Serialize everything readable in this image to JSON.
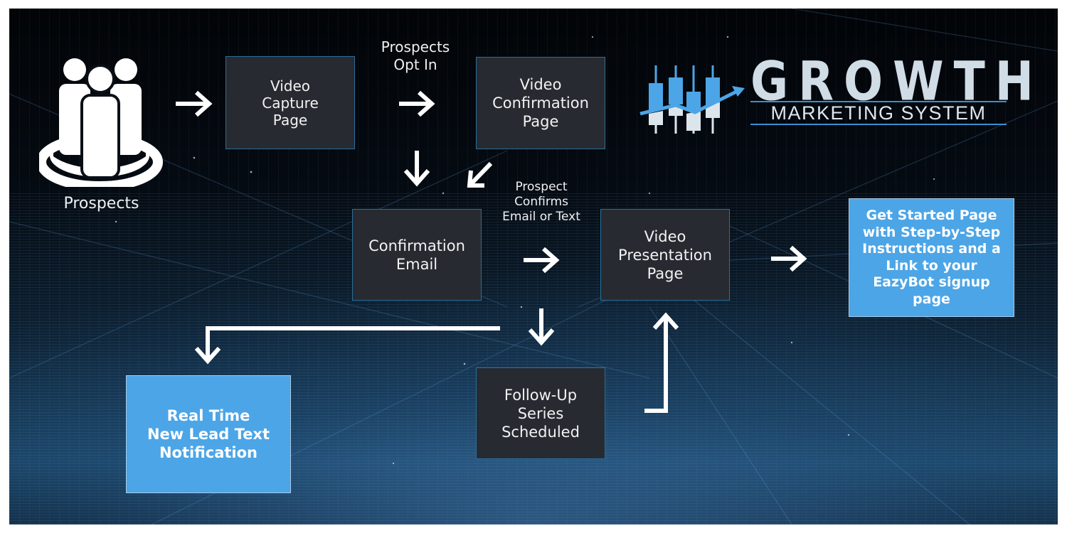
{
  "title": "Growth Marketing System",
  "logo": {
    "title": "GROWTH",
    "subtitle": "MARKETING SYSTEM",
    "icon": "candlestick-chart-icon",
    "accent_color": "#4ca5e6"
  },
  "prospects": {
    "icon": "people-group-icon",
    "label": "Prospects"
  },
  "nodes": {
    "video_capture": "Video\nCapture\nPage",
    "video_confirmation": "Video\nConfirmation\nPage",
    "confirmation_email": "Confirmation\nEmail",
    "video_presentation": "Video\nPresentation\nPage",
    "get_started": "Get Started Page\nwith Step-by-Step\nInstructions and a\nLink to your\nEazyBot signup\npage",
    "real_time": "Real Time\nNew Lead Text\nNotification",
    "follow_up": "Follow-Up\nSeries\nScheduled"
  },
  "edge_labels": {
    "opt_in": "Prospects\nOpt In",
    "confirms": "Prospect\nConfirms\nEmail or Text"
  },
  "colors": {
    "dark_box": "#272a31",
    "box_border": "#2a6f9a",
    "blue_box": "#4ca5e6",
    "arrow": "#ffffff"
  }
}
